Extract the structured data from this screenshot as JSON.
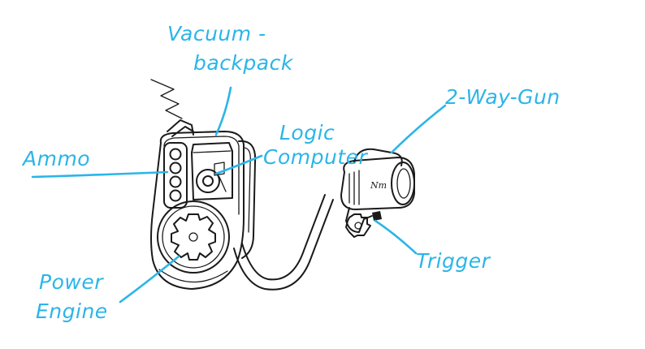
{
  "colors": {
    "ink": "#1a1a1a",
    "label": "#2bb5e8",
    "background": "#ffffff"
  },
  "labels": {
    "vacuum_line1": "Vacuum -",
    "vacuum_line2": "backpack",
    "two_way_gun": "2-Way-Gun",
    "logic_line1": "Logic",
    "logic_line2": "Computer",
    "ammo": "Ammo",
    "trigger": "Trigger",
    "power_line1": "Power",
    "power_line2": "Engine"
  },
  "gun_logo": "Nm"
}
